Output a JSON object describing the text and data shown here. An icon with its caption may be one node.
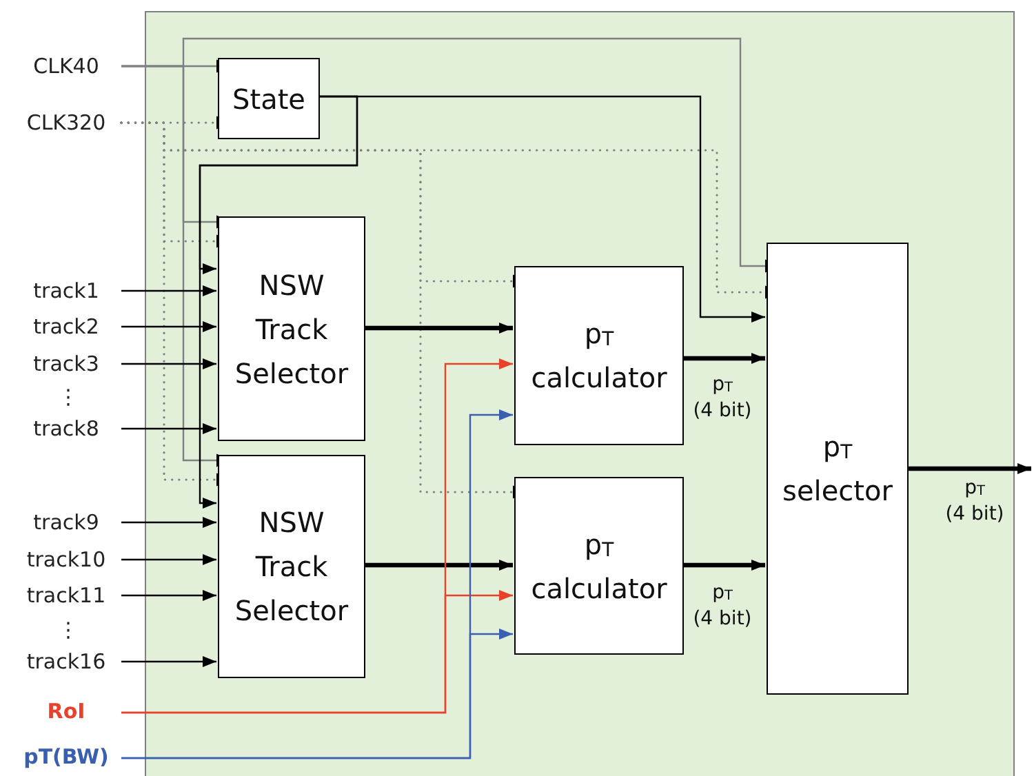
{
  "diagram": {
    "nodes": [
      {
        "text": [],
        "shape": "box"
      },
      {
        "text": [
          "CLK40"
        ]
      },
      {
        "text": [
          "CLK320"
        ]
      },
      {
        "text": [
          "State"
        ],
        "in": 0
      },
      {
        "text": [
          "track1"
        ]
      },
      {
        "text": [
          "track2"
        ]
      },
      {
        "text": [
          "track3"
        ]
      },
      {
        "text": [
          "track8"
        ]
      },
      {
        "text": [
          "NSW Track Selector"
        ],
        "in": 0
      },
      {
        "text": [
          "track9"
        ]
      },
      {
        "text": [
          "track10"
        ]
      },
      {
        "text": [
          "track11"
        ]
      },
      {
        "text": [
          "track16"
        ]
      },
      {
        "text": [
          "NSW Track Selector"
        ],
        "in": 0
      },
      {
        "text": [
          "RoI"
        ]
      },
      {
        "text": [
          "pT(BW)"
        ]
      },
      {
        "text": [
          "p$_{T}$ calculator"
        ],
        "in": 0
      },
      {
        "text": [
          "p$_{T}$ calculator"
        ],
        "in": 0
      },
      {
        "text": [
          "p$_{T}$ selector"
        ],
        "in": 0
      }
    ],
    "edges": [
      {
        "from": 1,
        "to": 3,
        "arrow": "to",
        "color": "#808080"
      },
      {
        "from": 1,
        "to": 8,
        "arrow": "to",
        "color": "#808080"
      },
      {
        "from": 1,
        "to": 13,
        "arrow": "to",
        "color": "#808080"
      },
      {
        "from": 1,
        "to": 18,
        "arrow": "to",
        "color": "#808080"
      },
      {
        "from": 2,
        "to": 3,
        "arrow": "to",
        "style": "dashed",
        "color": "#808080"
      },
      {
        "from": 2,
        "to": 8,
        "arrow": "to",
        "style": "dashed",
        "color": "#808080"
      },
      {
        "from": 2,
        "to": 13,
        "arrow": "to",
        "style": "dashed",
        "color": "#808080"
      },
      {
        "from": 2,
        "to": 16,
        "arrow": "to",
        "style": "dashed",
        "color": "#808080"
      },
      {
        "from": 2,
        "to": 17,
        "arrow": "to",
        "style": "dashed",
        "color": "#808080"
      },
      {
        "from": 2,
        "to": 18,
        "arrow": "to",
        "style": "dashed",
        "color": "#808080"
      },
      {
        "from": 3,
        "to": 8,
        "arrow": "to"
      },
      {
        "from": 3,
        "to": 13,
        "arrow": "to"
      },
      {
        "from": 3,
        "to": 18,
        "arrow": "to"
      },
      {
        "from": 4,
        "to": 8,
        "arrow": "to"
      },
      {
        "from": 5,
        "to": 8,
        "arrow": "to"
      },
      {
        "from": 6,
        "to": 8,
        "arrow": "to"
      },
      {
        "from": 7,
        "to": 8,
        "arrow": "to"
      },
      {
        "from": 9,
        "to": 13,
        "arrow": "to"
      },
      {
        "from": 10,
        "to": 13,
        "arrow": "to"
      },
      {
        "from": 11,
        "to": 13,
        "arrow": "to"
      },
      {
        "from": 12,
        "to": 13,
        "arrow": "to"
      },
      {
        "from": 8,
        "to": 16,
        "arrow": "to",
        "style": "thick"
      },
      {
        "from": 13,
        "to": 17,
        "arrow": "to",
        "style": "thick"
      },
      {
        "from": 14,
        "to": 16,
        "arrow": "to",
        "color": "#e8412c"
      },
      {
        "from": 14,
        "to": 17,
        "arrow": "to",
        "color": "#e8412c"
      },
      {
        "from": 15,
        "to": 16,
        "arrow": "to",
        "color": "#3a5fb0"
      },
      {
        "from": 15,
        "to": 17,
        "arrow": "to",
        "color": "#3a5fb0"
      },
      {
        "from": 16,
        "to": 18,
        "arrow": "to",
        "label": "p$_{T}$ (4 bit)",
        "style": "thick"
      },
      {
        "from": 17,
        "to": 18,
        "arrow": "to",
        "label": "p$_{T}$ (4 bit)",
        "style": "thick"
      },
      {
        "from": 18,
        "to": null,
        "arrow": "to",
        "label": "p$_{T}$ (4 bit)",
        "style": "thick"
      }
    ],
    "labels": [
      "⋮",
      "⋮"
    ]
  }
}
